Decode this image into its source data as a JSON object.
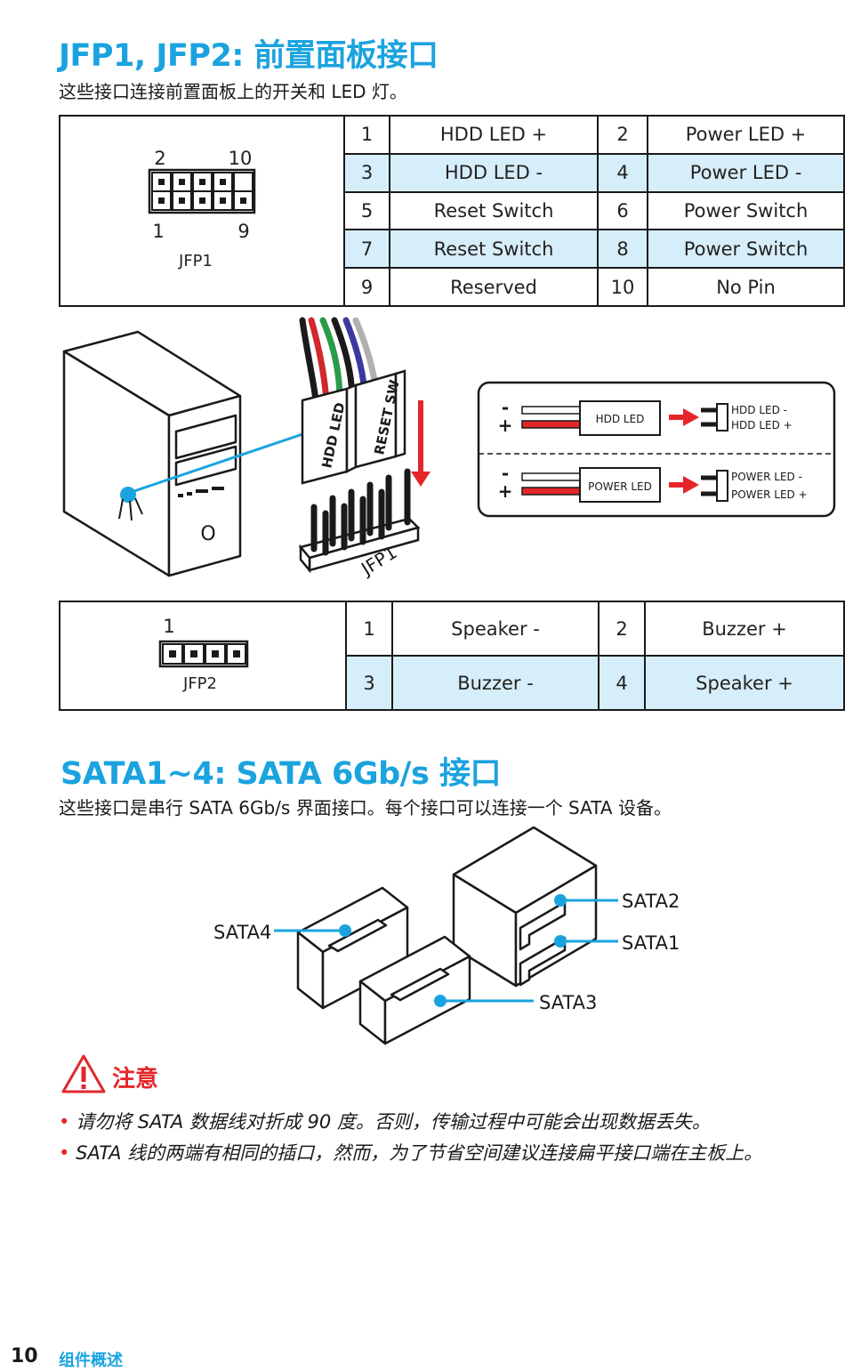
{
  "jfp": {
    "title": "JFP1, JFP2: 前置面板接口",
    "intro": "这些接口连接前置面板上的开关和 LED 灯。",
    "jfp1_diagram": {
      "pin_top_left": "2",
      "pin_top_right": "10",
      "pin_bottom_left": "1",
      "pin_bottom_right": "9",
      "label": "JFP1"
    },
    "jfp1_rows": [
      {
        "p1": "1",
        "n1": "HDD LED +",
        "p2": "2",
        "n2": "Power LED +"
      },
      {
        "p1": "3",
        "n1": "HDD LED -",
        "p2": "4",
        "n2": "Power LED -"
      },
      {
        "p1": "5",
        "n1": "Reset Switch",
        "p2": "6",
        "n2": "Power Switch"
      },
      {
        "p1": "7",
        "n1": "Reset Switch",
        "p2": "8",
        "n2": "Power Switch"
      },
      {
        "p1": "9",
        "n1": "Reserved",
        "p2": "10",
        "n2": "No Pin"
      }
    ],
    "illustration": {
      "connector_left": "HDD LED",
      "connector_right": "RESET SW",
      "header_label": "JFP1",
      "box_minus_1": "-",
      "box_plus_1": "+",
      "box_cable_1": "HDD LED",
      "box_pin_1a": "HDD LED -",
      "box_pin_1b": "HDD LED +",
      "box_minus_2": "-",
      "box_plus_2": "+",
      "box_cable_2": "POWER LED",
      "box_pin_2a": "POWER LED -",
      "box_pin_2b": "POWER LED +"
    },
    "jfp2_diagram": {
      "pin": "1",
      "label": "JFP2"
    },
    "jfp2_rows": [
      {
        "p1": "1",
        "n1": "Speaker -",
        "p2": "2",
        "n2": "Buzzer +"
      },
      {
        "p1": "3",
        "n1": "Buzzer -",
        "p2": "4",
        "n2": "Speaker +"
      }
    ]
  },
  "sata": {
    "title": "SATA1~4: SATA 6Gb/s 接口",
    "intro": "这些接口是串行 SATA 6Gb/s 界面接口。每个接口可以连接一个 SATA 设备。",
    "labels": {
      "sata1": "SATA1",
      "sata2": "SATA2",
      "sata3": "SATA3",
      "sata4": "SATA4"
    }
  },
  "caution": {
    "title": "注意",
    "bullet": "•",
    "items": [
      "请勿将 SATA 数据线对折成 90 度。否则，传输过程中可能会出现数据丢失。",
      "SATA 线的两端有相同的插口，然而，为了节省空间建议连接扁平接口端在主板上。"
    ]
  },
  "footer": {
    "page_number": "10",
    "section": "组件概述"
  },
  "colors": {
    "accent": "#1aa3df",
    "highlight_row": "#d6eef9",
    "warning": "#e4262b"
  }
}
